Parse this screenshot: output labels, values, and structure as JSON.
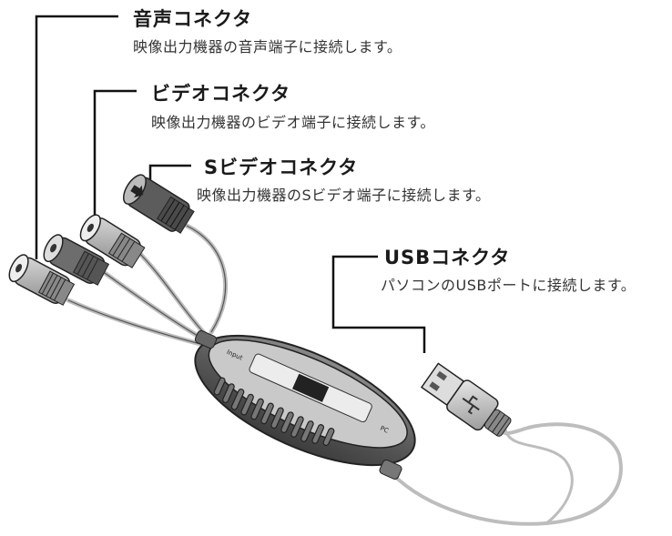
{
  "callouts": [
    {
      "title": "音声コネクタ",
      "desc": "映像出力機器の音声端子に接続します。"
    },
    {
      "title": "ビデオコネクタ",
      "desc": "映像出力機器のビデオ端子に接続します。"
    },
    {
      "title": "Sビデオコネクタ",
      "desc": "映像出力機器のSビデオ端子に接続します。"
    },
    {
      "title": "USBコネクタ",
      "desc": "パソコンのUSBポートに接続します。"
    }
  ],
  "device": {
    "label_pc": "PC",
    "label_left": "Input"
  }
}
